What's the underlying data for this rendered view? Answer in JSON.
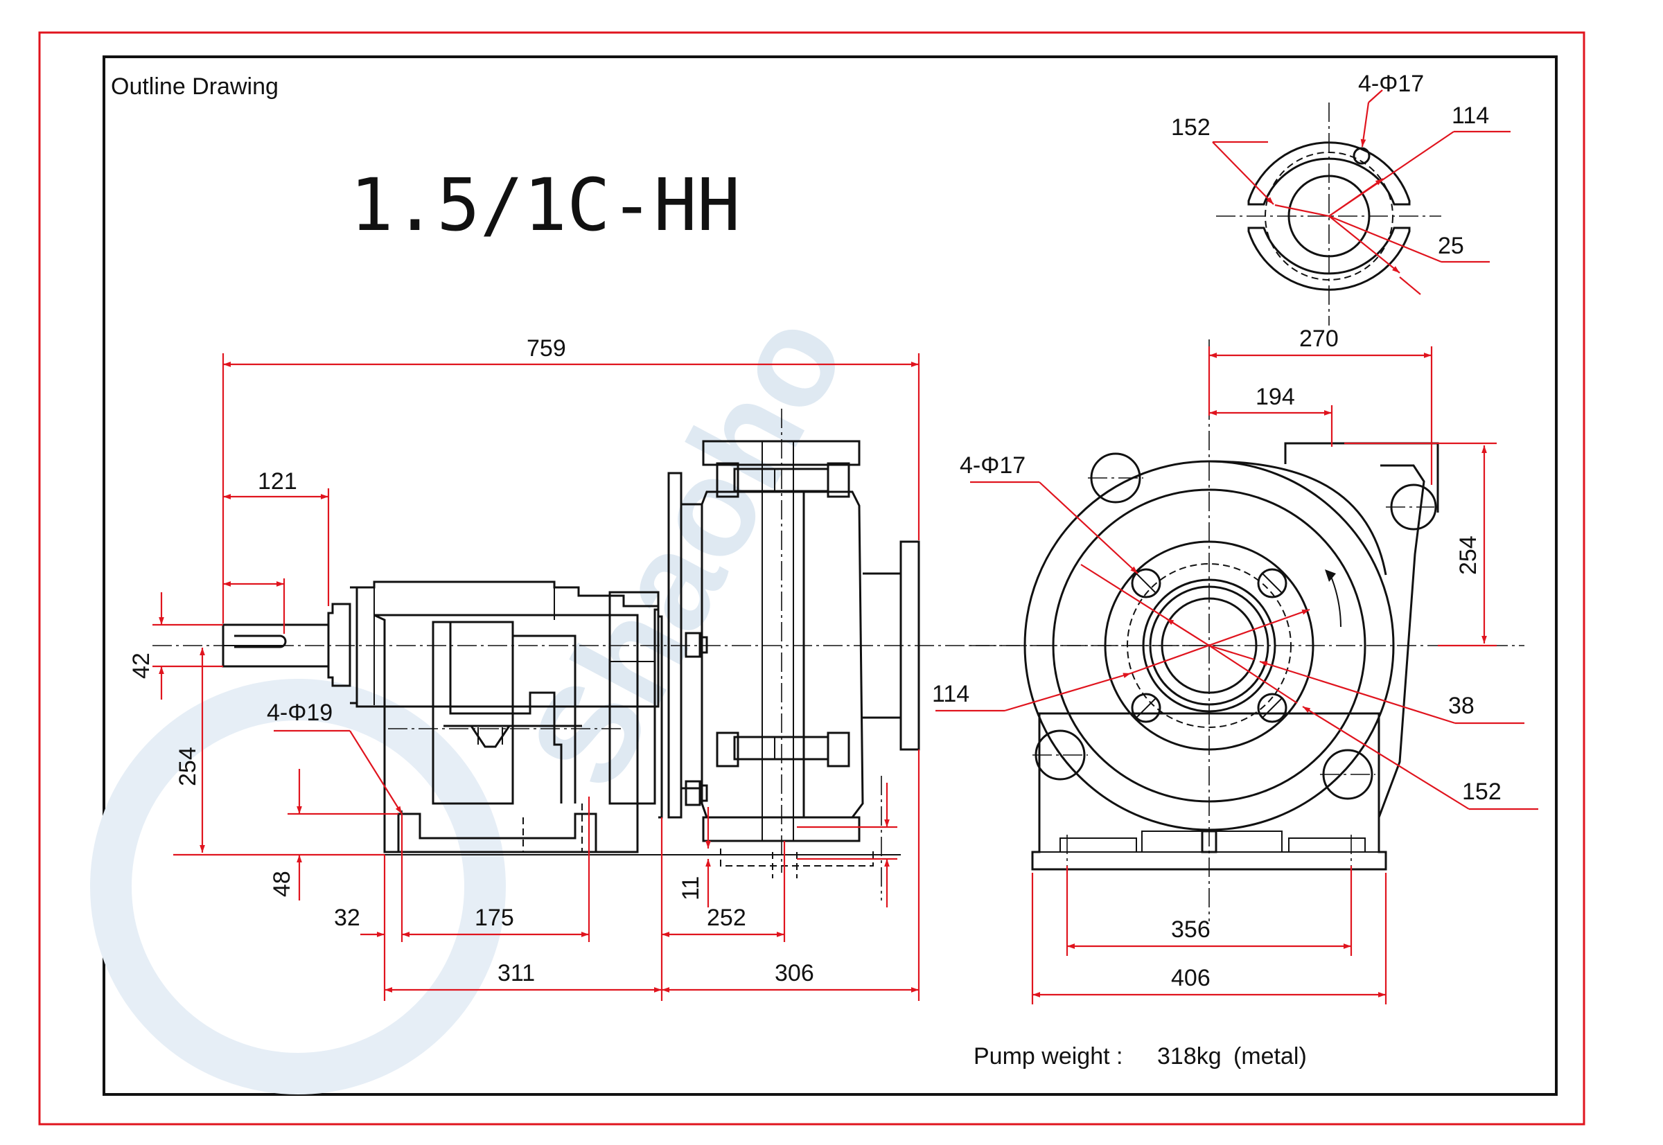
{
  "sheet": {
    "subtitle": "Outline Drawing",
    "model": "1.5/1C-HH",
    "weight_label": "Pump weight :",
    "weight_value": "318kg",
    "weight_note": "(metal)"
  },
  "watermark": {
    "text": "Shaoho"
  },
  "dimensions": {
    "side": {
      "overall_length": "759",
      "shaft_length": "121",
      "shaft_height": "42",
      "shaft_center_height": "254",
      "foot_holes": "4-Φ19",
      "foot_thickness": "48",
      "foot_edge": "32",
      "bolt_spacing": "175",
      "flange_gap": "11",
      "casing_length": "252",
      "frame_length": "311",
      "pump_length": "306",
      "suction_flange_dia": "114"
    },
    "front": {
      "width_top": "270",
      "outlet_offset": "194",
      "outlet_height": "254",
      "flange_holes": "4-Φ17",
      "inlet_bore": "38",
      "flange_outer": "152",
      "base_hole_spacing": "356",
      "base_width": "406"
    },
    "outlet_flange": {
      "holes": "4-Φ17",
      "outer_dia": "152",
      "bolt_circle": "114",
      "bore": "25"
    }
  },
  "colors": {
    "border": "#e0141e",
    "lines": "#111111",
    "dimensions": "#e0141e",
    "watermark": "#dfe9f2"
  }
}
